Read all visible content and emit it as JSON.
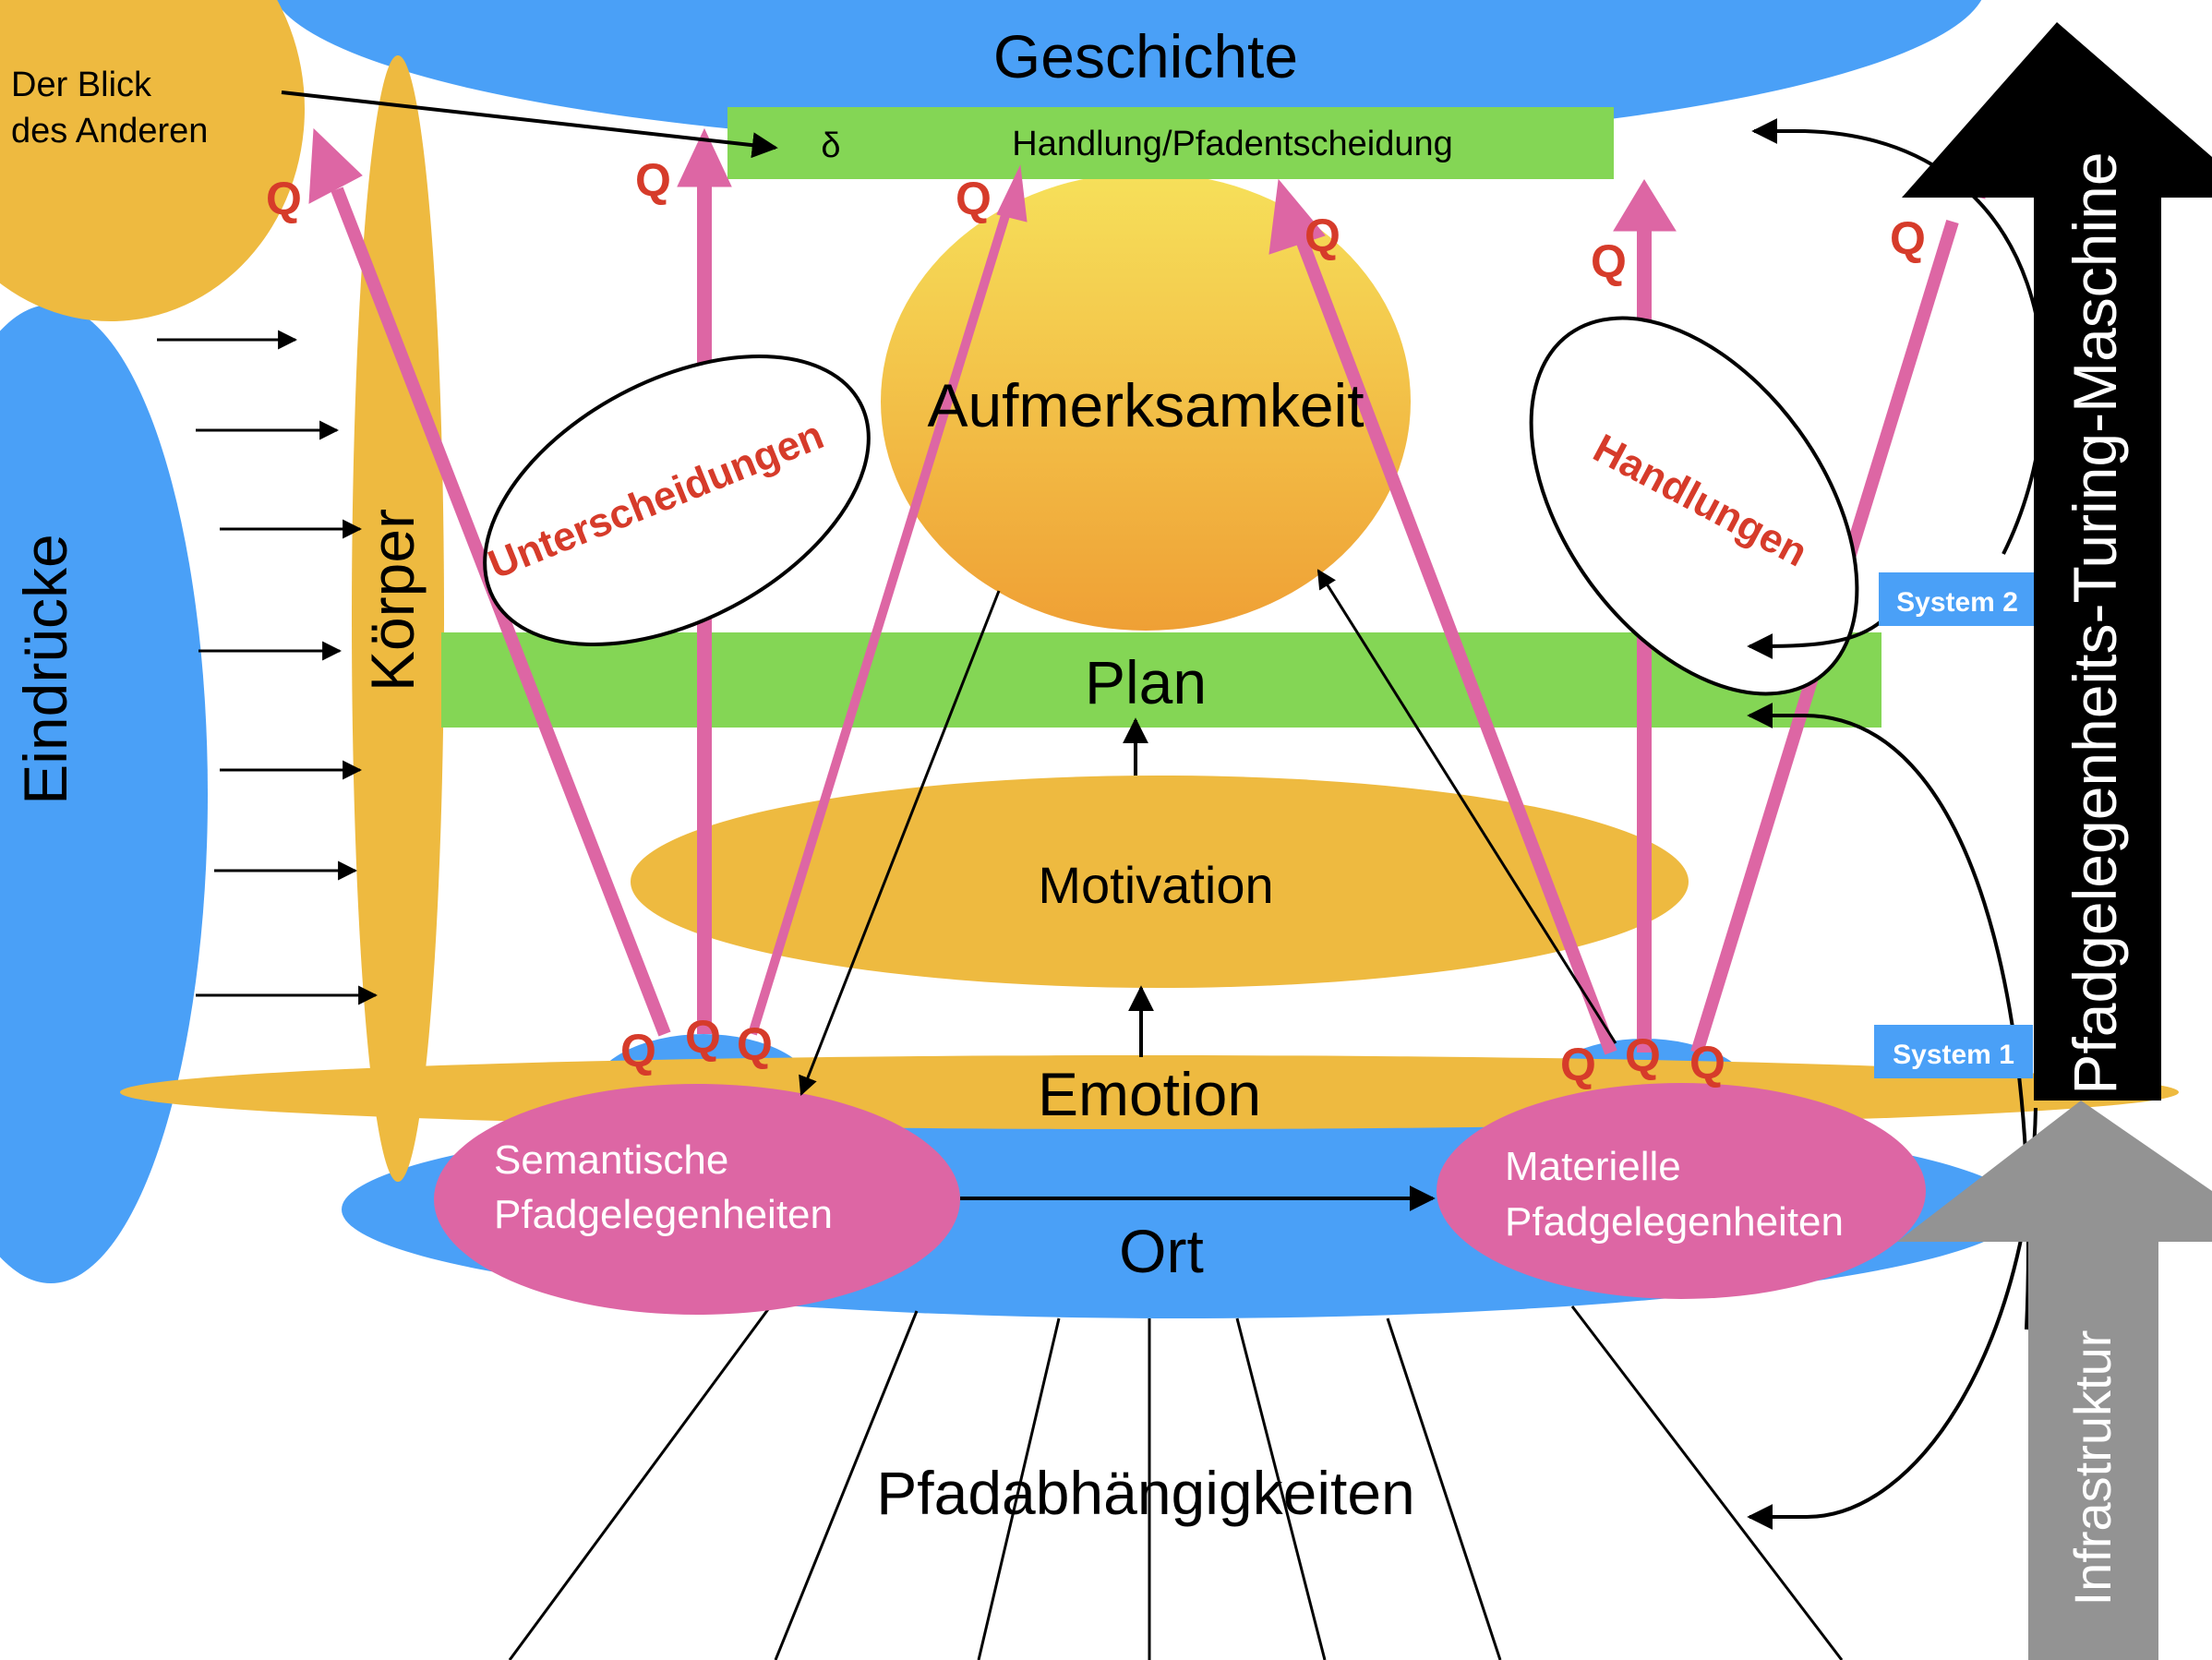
{
  "colors": {
    "blue": "#4aa0f7",
    "yellow": "#eeba40",
    "green": "#84d655",
    "pink": "#dd66a4",
    "red": "#d63b2a",
    "gray": "#939393",
    "black": "#000000",
    "attention_top": "#f6e05a",
    "attention_bottom": "#efa035"
  },
  "labels": {
    "geschichte": "Geschichte",
    "der_blick_line1": "Der Blick",
    "der_blick_line2": "des Anderen",
    "delta": "δ",
    "handlung": "Handlung/Pfadentscheidung",
    "aufmerksamkeit": "Aufmerksamkeit",
    "unterscheidungen": "Unterscheidungen",
    "handlungen": "Handlungen",
    "plan": "Plan",
    "motivation": "Motivation",
    "emotion": "Emotion",
    "ort": "Ort",
    "semantische_line1": "Semantische",
    "semantische_line2": "Pfadgelegenheiten",
    "materielle_line1": "Materielle",
    "materielle_line2": "Pfadgelegenheiten",
    "pfadabhaengigkeiten": "Pfadabhängigkeiten",
    "eindruecke": "Eindrücke",
    "koerper": "Körper",
    "turing": "Pfadgelegenheits-Turing-Maschine",
    "infrastruktur": "Infrastruktur",
    "system1": "System 1",
    "system2": "System 2",
    "q": "Q"
  }
}
